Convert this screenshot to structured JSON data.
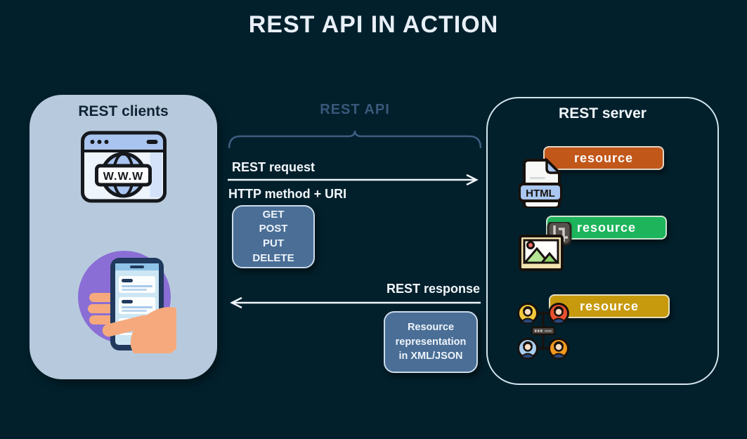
{
  "title": "REST API IN ACTION",
  "clients": {
    "title": "REST clients",
    "browser_label": "W.W.W"
  },
  "api": {
    "label": "REST API",
    "request": {
      "label": "REST request",
      "sublabel": "HTTP method + URI",
      "methods": [
        "GET",
        "POST",
        "PUT",
        "DELETE"
      ]
    },
    "response": {
      "label": "REST response",
      "box_lines": [
        "Resource",
        "representation",
        "in XML/JSON"
      ]
    }
  },
  "server": {
    "title": "REST server",
    "resources": [
      {
        "label": "resource",
        "color": "#c2571a",
        "icon": "html-file-icon",
        "file_label": "HTML"
      },
      {
        "label": "resource",
        "color": "#1db45c",
        "icon": "image-icon"
      },
      {
        "label": "resource",
        "color": "#c79a0d",
        "icon": "users-icon"
      }
    ]
  },
  "colors": {
    "background": "#02202c",
    "clients_panel": "#b7cadd",
    "api_label": "#3a587a",
    "api_box": "#4a6e96",
    "server_border": "#d3e6ed",
    "arrow": "#f2f6fa"
  }
}
